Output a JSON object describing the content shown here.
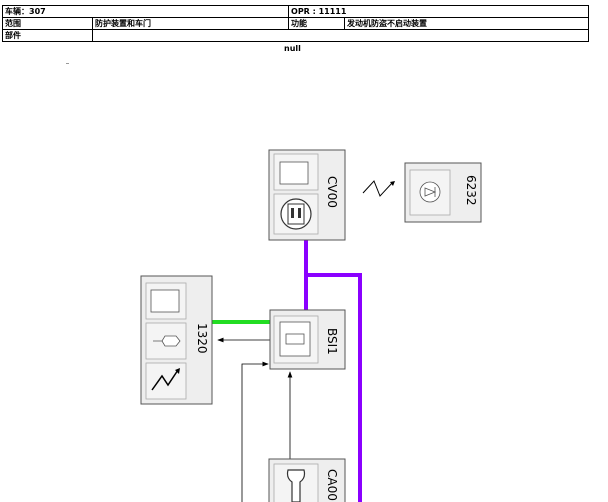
{
  "header": {
    "row1": {
      "vehicle_label": "车辆：307",
      "opr_label": "OPR : 11111"
    },
    "row2": {
      "scope_label": "范围",
      "scope_value": "防护装置和车门",
      "function_label": "功能",
      "function_value": "发动机防盗不启动装置"
    },
    "row3": {
      "part_label": "部件"
    }
  },
  "subtitle": "null",
  "components": [
    {
      "code": "CV00"
    },
    {
      "code": "6232"
    },
    {
      "code": "1320"
    },
    {
      "code": "BSI1"
    },
    {
      "code": "CA00"
    }
  ],
  "colors": {
    "can_bus": "#8a00ff",
    "link_green": "#22dd22",
    "box_fill": "#eeeeee"
  }
}
